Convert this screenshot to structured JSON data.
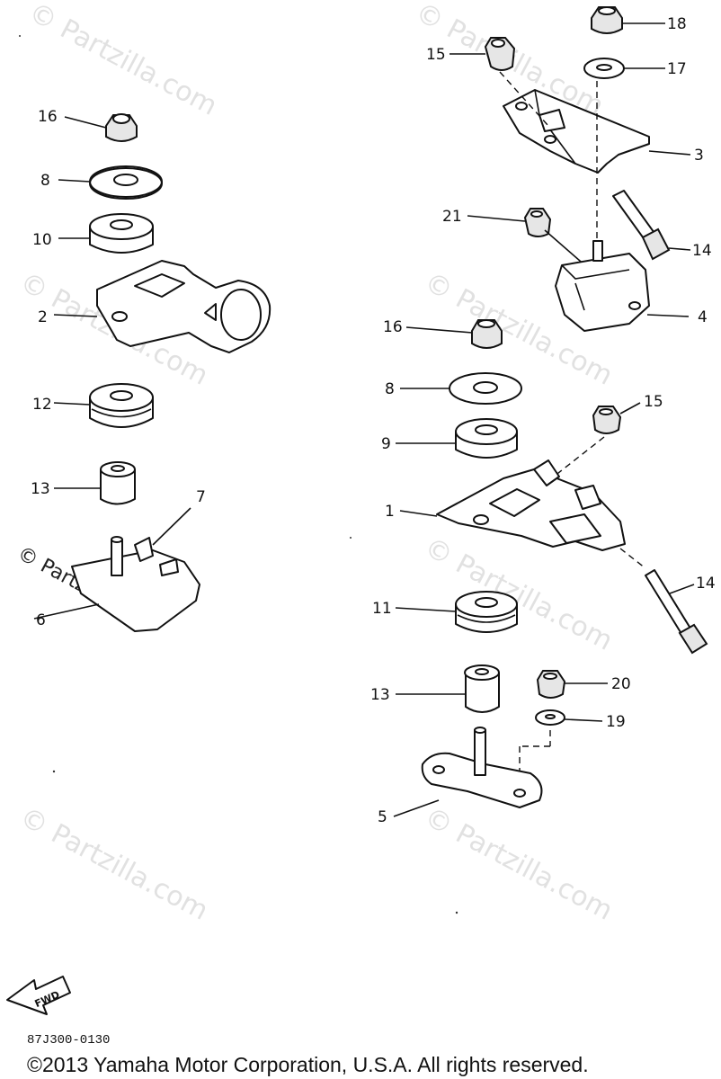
{
  "watermark": "© Partzilla.com",
  "drawing_code": "87J300-0130",
  "copyright": "©2013 Yamaha Motor Corporation, U.S.A. All rights reserved.",
  "fwd_label": "FWD",
  "callouts": {
    "c1": "1",
    "c2": "2",
    "c3": "3",
    "c4": "4",
    "c5": "5",
    "c6": "6",
    "c7": "7",
    "c8a": "8",
    "c8b": "8",
    "c9": "9",
    "c10": "10",
    "c11": "11",
    "c12": "12",
    "c13a": "13",
    "c13b": "13",
    "c14a": "14",
    "c14b": "14",
    "c15a": "15",
    "c15b": "15",
    "c16a": "16",
    "c16b": "16",
    "c17": "17",
    "c18": "18",
    "c19": "19",
    "c20": "20",
    "c21": "21"
  }
}
